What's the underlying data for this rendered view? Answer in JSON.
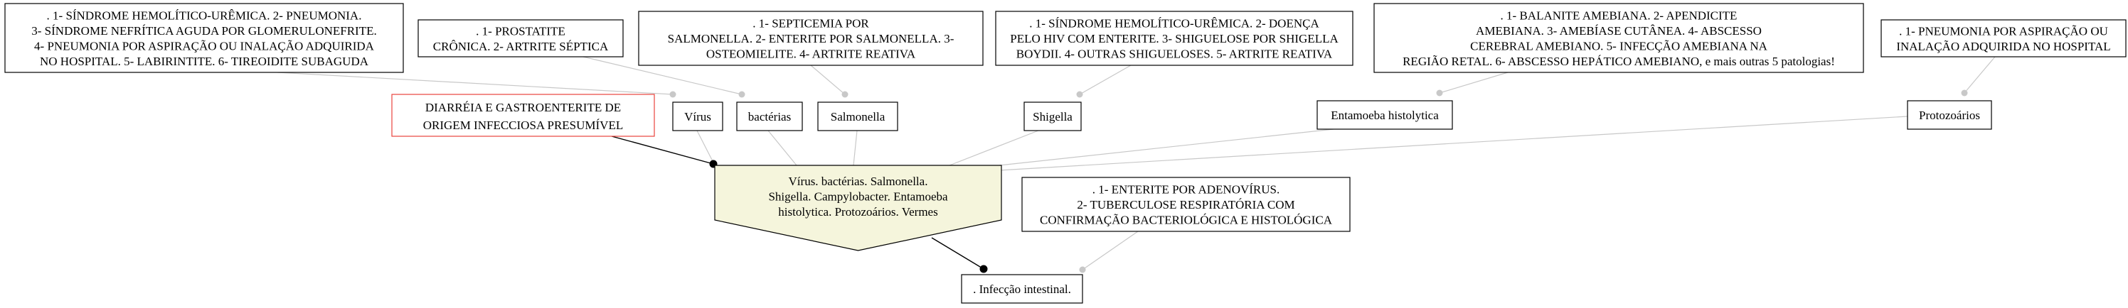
{
  "colors": {
    "node_border": "#000000",
    "title_border": "#e8433c",
    "central_fill": "#f5f5dc",
    "strong_edge": "#000000",
    "weak_edge": "#c8c8c8",
    "dot_strong": "#000000",
    "dot_weak": "#c8c8c8"
  },
  "title_node": {
    "lines": [
      "DIARRÉIA E GASTROENTERITE DE",
      "ORIGEM INFECCIOSA PRESUMÍVEL"
    ]
  },
  "central_node": {
    "lines": [
      "Vírus. bactérias. Salmonella.",
      "Shigella. Campylobacter. Entamoeba",
      "histolytica. Protozoários. Vermes"
    ]
  },
  "outcome_node": {
    "lines": [
      ". Infecção intestinal."
    ]
  },
  "agents": [
    {
      "id": "virus",
      "lines": [
        "Vírus"
      ]
    },
    {
      "id": "bacterias",
      "lines": [
        "bactérias"
      ]
    },
    {
      "id": "salmonella",
      "lines": [
        "Salmonella"
      ]
    },
    {
      "id": "shigella",
      "lines": [
        "Shigella"
      ]
    },
    {
      "id": "entamoeba",
      "lines": [
        "Entamoeba histolytica"
      ]
    },
    {
      "id": "protozoarios",
      "lines": [
        "Protozoários"
      ]
    }
  ],
  "notes": [
    {
      "id": "virus-notes",
      "lines": [
        ". 1- SÍNDROME HEMOLÍTICO-URÊMICA. 2- PNEUMONIA.",
        "3- SÍNDROME NEFRÍTICA AGUDA POR GLOMERULONEFRITE.",
        "4- PNEUMONIA POR ASPIRAÇÃO OU INALAÇÃO ADQUIRIDA",
        "NO HOSPITAL. 5- LABIRINTITE. 6- TIREOIDITE SUBAGUDA"
      ]
    },
    {
      "id": "bacterias-notes",
      "lines": [
        ". 1- PROSTATITE",
        "CRÔNICA. 2- ARTRITE SÉPTICA"
      ]
    },
    {
      "id": "salmonella-notes",
      "lines": [
        ". 1- SEPTICEMIA POR",
        "SALMONELLA. 2- ENTERITE POR SALMONELLA. 3-",
        "OSTEOMIELITE. 4- ARTRITE REATIVA"
      ]
    },
    {
      "id": "shigella-notes",
      "lines": [
        ". 1- SÍNDROME HEMOLÍTICO-URÊMICA. 2- DOENÇA",
        "PELO HIV COM ENTERITE. 3- SHIGUELOSE POR SHIGELLA",
        "BOYDII. 4- OUTRAS SHIGUELOSES. 5- ARTRITE REATIVA"
      ]
    },
    {
      "id": "entamoeba-notes",
      "lines": [
        ". 1- BALANITE AMEBIANA. 2- APENDICITE",
        "AMEBIANA. 3- AMEBÍASE CUTÂNEA. 4- ABSCESSO",
        "CEREBRAL AMEBIANO. 5- INFECÇÃO AMEBIANA NA",
        "REGIÃO RETAL. 6- ABSCESSO HEPÁTICO AMEBIANO, e mais outras 5 patologias!"
      ]
    },
    {
      "id": "protozoarios-notes",
      "lines": [
        ". 1- PNEUMONIA POR ASPIRAÇÃO OU",
        "INALAÇÃO ADQUIRIDA NO HOSPITAL"
      ]
    },
    {
      "id": "outcome-notes",
      "lines": [
        ". 1- ENTERITE POR ADENOVÍRUS.",
        "2- TUBERCULOSE RESPIRATÓRIA COM",
        "CONFIRMAÇÃO BACTERIOLÓGICA E HISTOLÓGICA"
      ]
    }
  ]
}
